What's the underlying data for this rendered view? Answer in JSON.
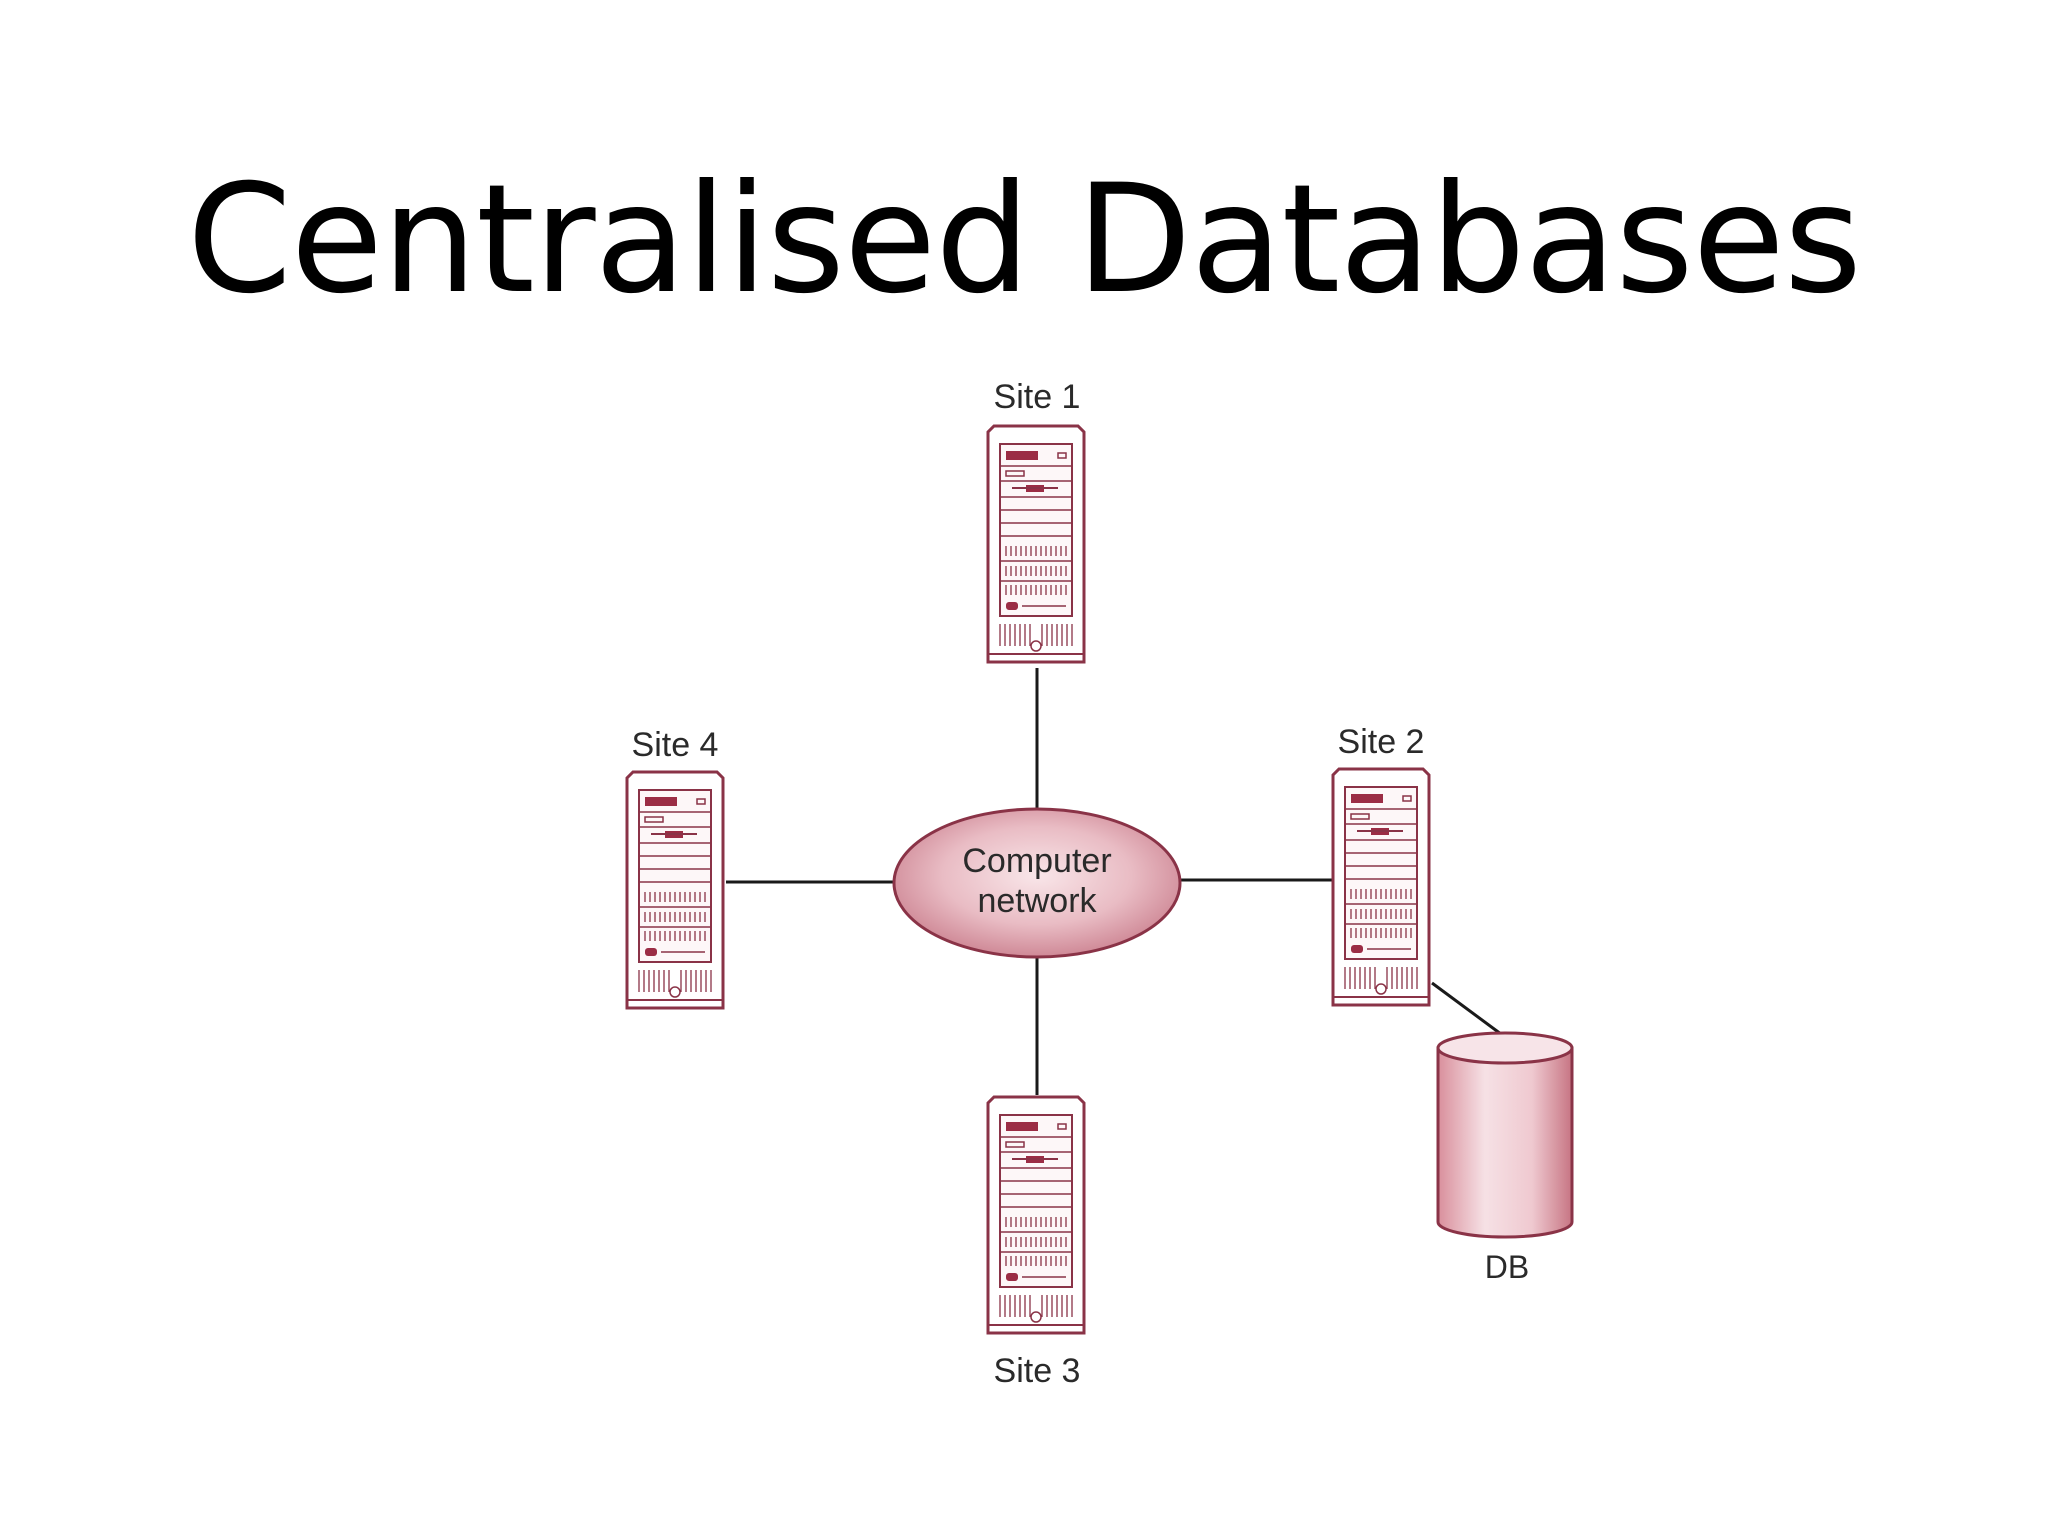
{
  "slide": {
    "title": "Centralised Databases"
  },
  "diagram": {
    "network_label_line1": "Computer",
    "network_label_line2": "network",
    "sites": [
      {
        "id": "site-1",
        "label": "Site 1"
      },
      {
        "id": "site-2",
        "label": "Site 2"
      },
      {
        "id": "site-3",
        "label": "Site 3"
      },
      {
        "id": "site-4",
        "label": "Site 4"
      }
    ],
    "database_label": "DB",
    "colors": {
      "accent": "#9b2d45",
      "outline": "#8a3347",
      "fill_light": "#f7e9ec",
      "fill_mid": "#e9b5be",
      "line": "#1a1a1a",
      "text": "#2a2a2a"
    }
  }
}
